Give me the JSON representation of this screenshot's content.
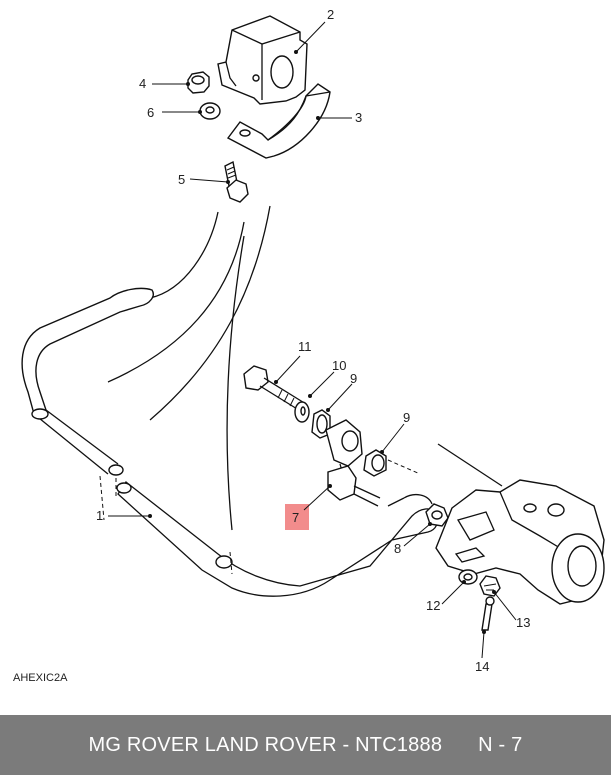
{
  "diagram": {
    "code": "AHEXIC2A",
    "callouts": {
      "c1": "1",
      "c2": "2",
      "c3": "3",
      "c4": "4",
      "c5": "5",
      "c6": "6",
      "c7": "7",
      "c8": "8",
      "c9a": "9",
      "c9b": "9",
      "c10": "10",
      "c11": "11",
      "c12": "12",
      "c13": "13",
      "c14": "14"
    },
    "highlight_color": "#f28c8c"
  },
  "footer": {
    "title": "MG ROVER LAND ROVER - NTC1888",
    "page": "N - 7",
    "background": "#7b7b7b"
  }
}
